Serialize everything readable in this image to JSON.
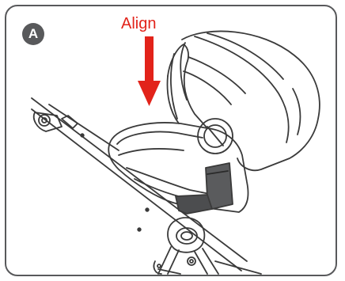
{
  "figure": {
    "step_label": "A",
    "instruction_label": "Align"
  },
  "colors": {
    "outline": "#58595b",
    "accent_red": "#e2231a",
    "adapter_gray": "#5a5b5d",
    "adapter_dark": "#4c4d4f",
    "line": "#3a3a3a"
  },
  "icons": {
    "arrow": "down-arrow-icon",
    "car_seat": "infant-car-seat",
    "stroller_frame": "stroller-frame",
    "adapter": "car-seat-adapter"
  }
}
